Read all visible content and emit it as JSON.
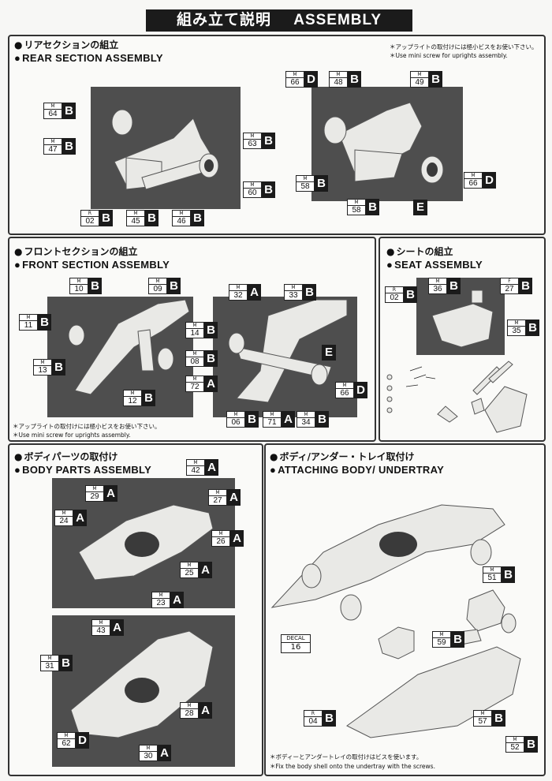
{
  "header": {
    "jp": "組み立て説明",
    "en": "ASSEMBLY"
  },
  "sections": {
    "rear": {
      "jp": "リアセクションの組立",
      "en": "REAR SECTION ASSEMBLY",
      "note_jp": "＊アップライトの取付けには極小ビスをお使い下さい。",
      "note_en": "＊Use mini screw for uprights assembly."
    },
    "front": {
      "jp": "フロントセクションの組立",
      "en": "FRONT SECTION ASSEMBLY",
      "note_jp": "＊アップライトの取付けには極小ビスをお使い下さい。",
      "note_en": "＊Use mini screw for uprights assembly."
    },
    "seat": {
      "jp": "シートの組立",
      "en": "SEAT ASSEMBLY"
    },
    "body": {
      "jp": "ボディパーツの取付け",
      "en": "BODY PARTS ASSEMBLY"
    },
    "undertray": {
      "jp": "ボディ/アンダー・トレイ取付け",
      "en": "ATTACHING BODY/ UNDERTRAY",
      "note_jp": "＊ボディーとアンダートレイの取付けはビスを使います。",
      "note_en": "＊Fix the body shell onto the undertray with the screws."
    }
  },
  "decal": {
    "label": "DECAL",
    "num": "16"
  },
  "tags": [
    {
      "t": "M",
      "n": "64",
      "l": "B"
    },
    {
      "t": "M",
      "n": "47",
      "l": "B"
    },
    {
      "t": "M",
      "n": "63",
      "l": "B"
    },
    {
      "t": "M",
      "n": "60",
      "l": "B"
    },
    {
      "t": "R",
      "n": "02",
      "l": "B"
    },
    {
      "t": "M",
      "n": "45",
      "l": "B"
    },
    {
      "t": "M",
      "n": "46",
      "l": "B"
    },
    {
      "t": "M",
      "n": "66",
      "l": "D"
    },
    {
      "t": "M",
      "n": "48",
      "l": "B"
    },
    {
      "t": "M",
      "n": "49",
      "l": "B"
    },
    {
      "t": "M",
      "n": "58",
      "l": "B"
    },
    {
      "t": "M",
      "n": "58",
      "l": "B"
    },
    {
      "t": "M",
      "n": "66",
      "l": "D"
    },
    {
      "t": "M",
      "n": "10",
      "l": "B"
    },
    {
      "t": "M",
      "n": "09",
      "l": "B"
    },
    {
      "t": "M",
      "n": "11",
      "l": "B"
    },
    {
      "t": "M",
      "n": "13",
      "l": "B"
    },
    {
      "t": "M",
      "n": "12",
      "l": "B"
    },
    {
      "t": "M",
      "n": "14",
      "l": "B"
    },
    {
      "t": "M",
      "n": "08",
      "l": "B"
    },
    {
      "t": "M",
      "n": "72",
      "l": "A"
    },
    {
      "t": "M",
      "n": "32",
      "l": "A"
    },
    {
      "t": "M",
      "n": "33",
      "l": "B"
    },
    {
      "t": "M",
      "n": "66",
      "l": "D"
    },
    {
      "t": "M",
      "n": "06",
      "l": "B"
    },
    {
      "t": "M",
      "n": "71",
      "l": "A"
    },
    {
      "t": "M",
      "n": "34",
      "l": "B"
    },
    {
      "t": "R",
      "n": "02",
      "l": "B"
    },
    {
      "t": "M",
      "n": "36",
      "l": "B"
    },
    {
      "t": "F",
      "n": "27",
      "l": "B"
    },
    {
      "t": "M",
      "n": "35",
      "l": "B"
    },
    {
      "t": "M",
      "n": "42",
      "l": "A"
    },
    {
      "t": "M",
      "n": "29",
      "l": "A"
    },
    {
      "t": "M",
      "n": "27",
      "l": "A"
    },
    {
      "t": "M",
      "n": "24",
      "l": "A"
    },
    {
      "t": "M",
      "n": "26",
      "l": "A"
    },
    {
      "t": "M",
      "n": "25",
      "l": "A"
    },
    {
      "t": "M",
      "n": "23",
      "l": "A"
    },
    {
      "t": "M",
      "n": "43",
      "l": "A"
    },
    {
      "t": "M",
      "n": "31",
      "l": "B"
    },
    {
      "t": "M",
      "n": "28",
      "l": "A"
    },
    {
      "t": "M",
      "n": "62",
      "l": "D"
    },
    {
      "t": "M",
      "n": "30",
      "l": "A"
    },
    {
      "t": "M",
      "n": "51",
      "l": "B"
    },
    {
      "t": "M",
      "n": "59",
      "l": "B"
    },
    {
      "t": "R",
      "n": "04",
      "l": "B"
    },
    {
      "t": "M",
      "n": "57",
      "l": "B"
    },
    {
      "t": "M",
      "n": "52",
      "l": "B"
    }
  ],
  "lone_letters": [
    "E",
    "E"
  ]
}
